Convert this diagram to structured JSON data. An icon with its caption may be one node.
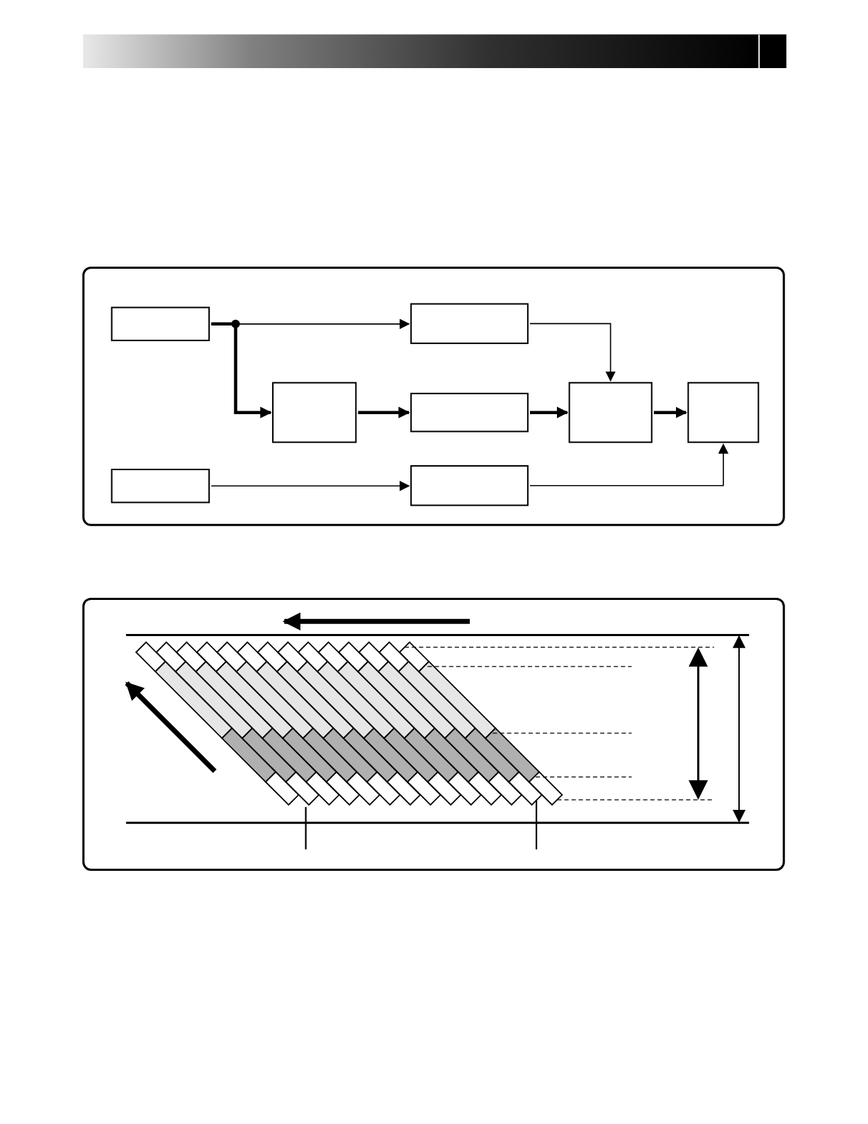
{
  "diagram": {
    "nodes": [
      {
        "text": [],
        "shape": "box"
      },
      {
        "text": [],
        "shape": "box"
      },
      {
        "text": [],
        "shape": "box"
      },
      {
        "text": [],
        "shape": "box"
      },
      {
        "text": [],
        "shape": "box"
      },
      {
        "text": [],
        "shape": "box"
      },
      {
        "text": [],
        "shape": "box"
      },
      {
        "text": [],
        "shape": "box"
      }
    ],
    "edges": [
      {
        "from": 0,
        "to": 1,
        "arrow": "to"
      },
      {
        "from": 0,
        "to": 2,
        "arrow": "to",
        "style": "thick"
      },
      {
        "from": 1,
        "to": 4,
        "arrow": "to"
      },
      {
        "from": 2,
        "to": 3,
        "arrow": "to",
        "style": "thick"
      },
      {
        "from": 3,
        "to": 4,
        "arrow": "to",
        "style": "thick"
      },
      {
        "from": 4,
        "to": 5,
        "arrow": "to",
        "style": "thick"
      },
      {
        "from": 6,
        "to": 7,
        "arrow": "to"
      },
      {
        "from": 7,
        "to": 5,
        "arrow": "to"
      }
    ]
  }
}
